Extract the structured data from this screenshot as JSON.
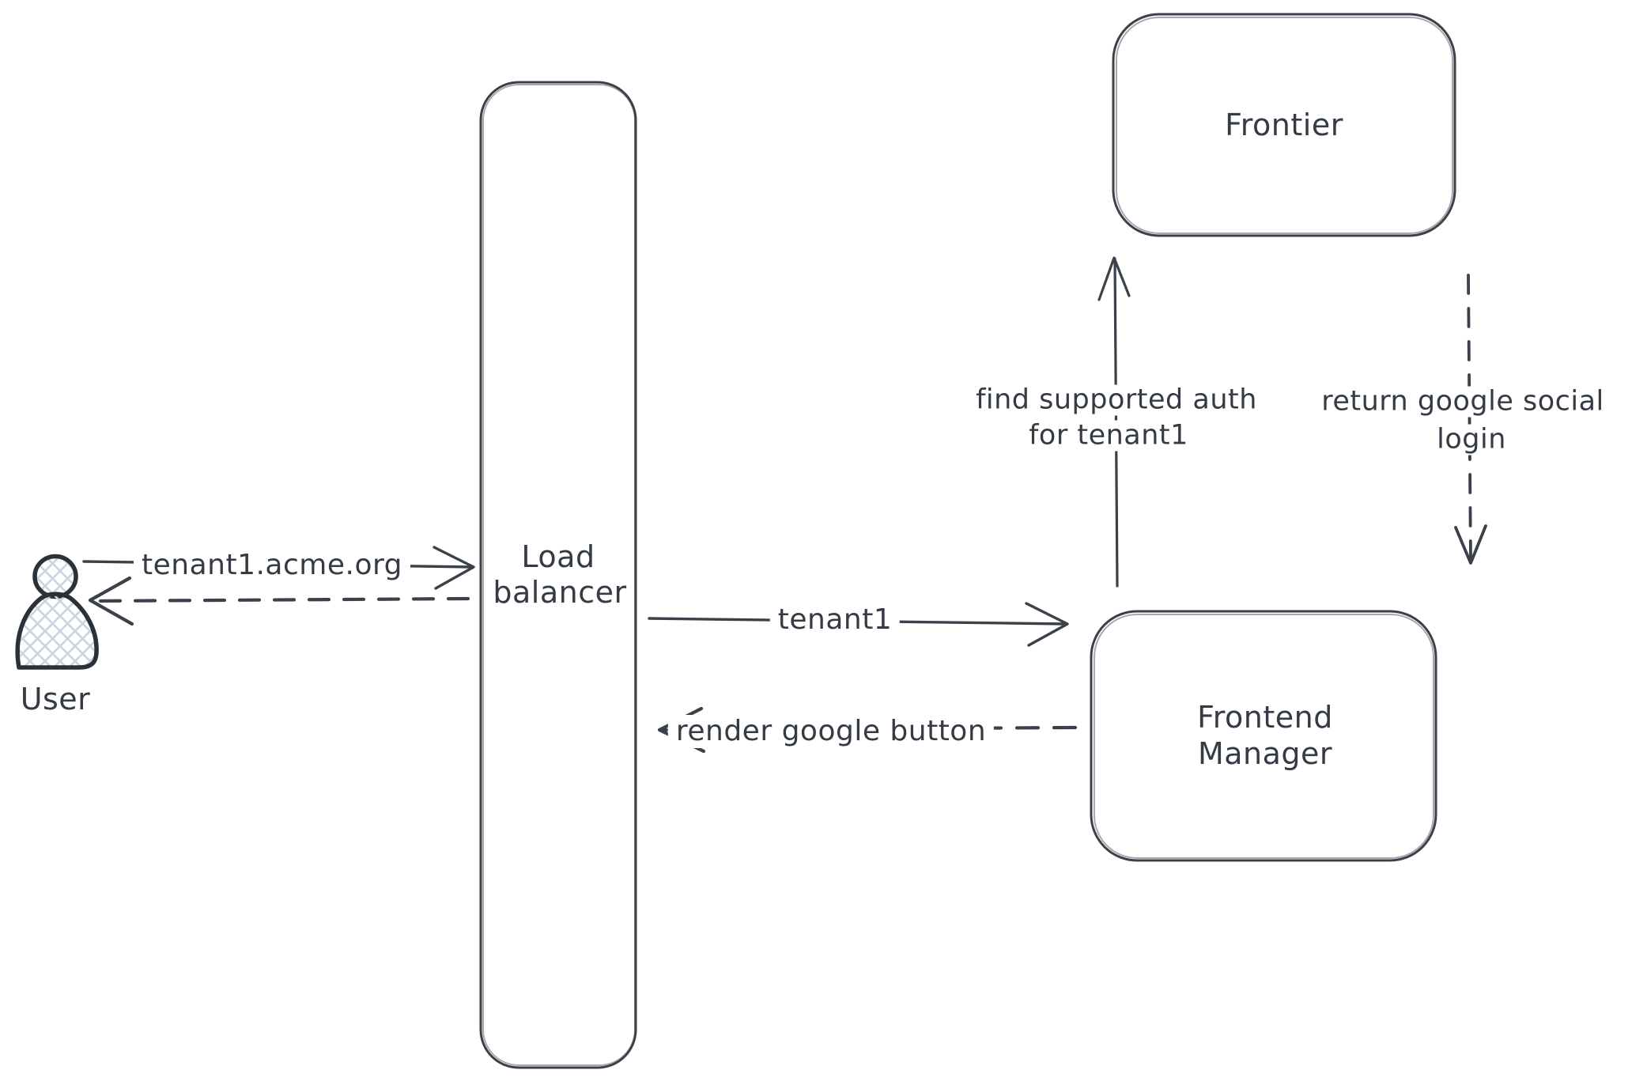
{
  "diagram": {
    "background_color": "#ffffff",
    "stroke_color": "#3a414a",
    "text_color": "#343b44",
    "hatch_color": "#ccd4dd",
    "actor": {
      "id": "user",
      "label": "User"
    },
    "nodes": [
      {
        "id": "load-balancer",
        "label_lines": [
          "Load",
          "balancer"
        ]
      },
      {
        "id": "frontier",
        "label_lines": [
          "Frontier"
        ]
      },
      {
        "id": "frontend-manager",
        "label_lines": [
          "Frontend",
          "Manager"
        ]
      }
    ],
    "edges": [
      {
        "id": "user-to-load-balancer",
        "from": "user",
        "to": "load-balancer",
        "line": "solid",
        "label": "tenant1.acme.org"
      },
      {
        "id": "load-balancer-to-user",
        "from": "load-balancer",
        "to": "user",
        "line": "dashed",
        "label": ""
      },
      {
        "id": "load-balancer-to-frontend",
        "from": "load-balancer",
        "to": "frontend-manager",
        "line": "solid",
        "label": "tenant1"
      },
      {
        "id": "frontend-to-load-balancer",
        "from": "frontend-manager",
        "to": "load-balancer",
        "line": "dashed",
        "label": "render google button"
      },
      {
        "id": "frontend-to-frontier",
        "from": "frontend-manager",
        "to": "frontier",
        "line": "solid",
        "label_lines": [
          "find supported auth",
          "for tenant1"
        ]
      },
      {
        "id": "frontier-to-frontend",
        "from": "frontier",
        "to": "frontend-manager",
        "line": "dashed",
        "label_lines": [
          "return google social",
          "login"
        ]
      }
    ]
  }
}
